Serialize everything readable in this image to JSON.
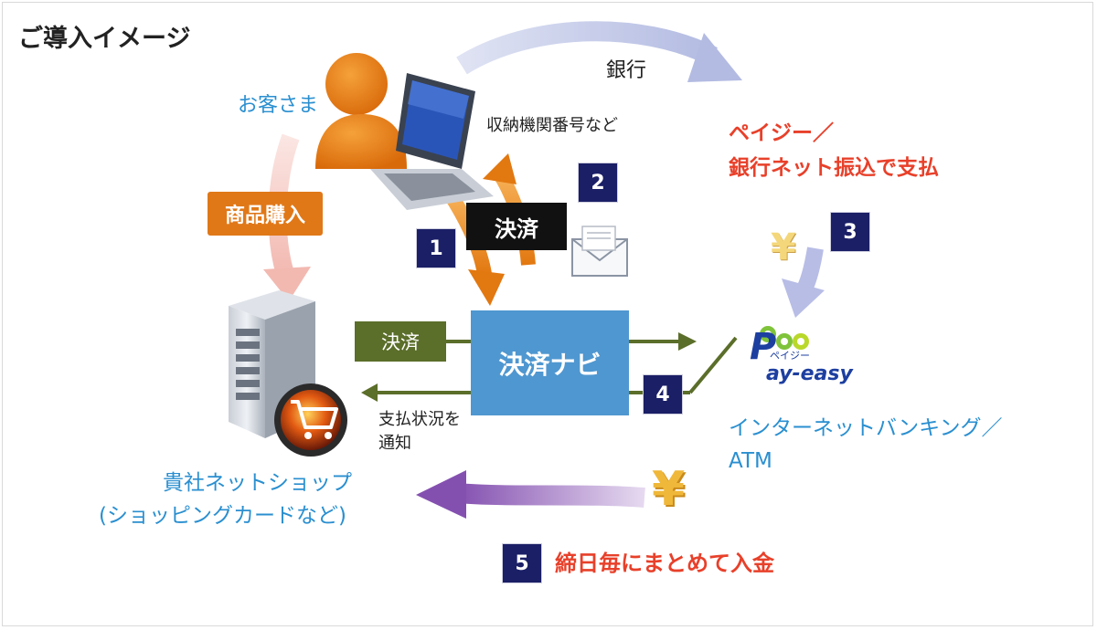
{
  "title": "ご導入イメージ",
  "customer_label": "お客さま",
  "bank_label": "銀行",
  "number_note": "収納機関番号など",
  "payeasy_line1": "ペイジー／",
  "payeasy_line2": "銀行ネット振込で支払",
  "purchase_label": "商品購入",
  "settle_black": "決済",
  "settle_green": "決済",
  "navi_label": "決済ナビ",
  "notify_line1": "支払状況を",
  "notify_line2": "通知",
  "shop_line1": "貴社ネットショップ",
  "shop_line2": "(ショッピングカードなど)",
  "banking_line1": "インターネットバンキング／",
  "banking_line2": "ATM",
  "deposit_label": "締日毎にまとめて入金",
  "payeasy_logo_text": "ay-easy",
  "payeasy_logo_p": "P",
  "payeasy_logo_kana": "ペイジー",
  "yen_symbol": "¥",
  "steps": [
    "1",
    "2",
    "3",
    "4",
    "5"
  ],
  "icons": [
    "person-icon",
    "laptop-icon",
    "envelope-icon",
    "server-icon",
    "cart-icon",
    "payeasy-logo",
    "yen-icon"
  ],
  "colors": {
    "blue_label": "#2a8fd0",
    "red_label": "#e8402a",
    "badge": "#1b1f66",
    "orange": "#e07818",
    "green": "#5b6e2a",
    "navi": "#4f97d0",
    "purple": "#8a5bb0",
    "light_blue_arrow": "#b8c0e4",
    "pink_arrow": "#f5c6c0"
  }
}
